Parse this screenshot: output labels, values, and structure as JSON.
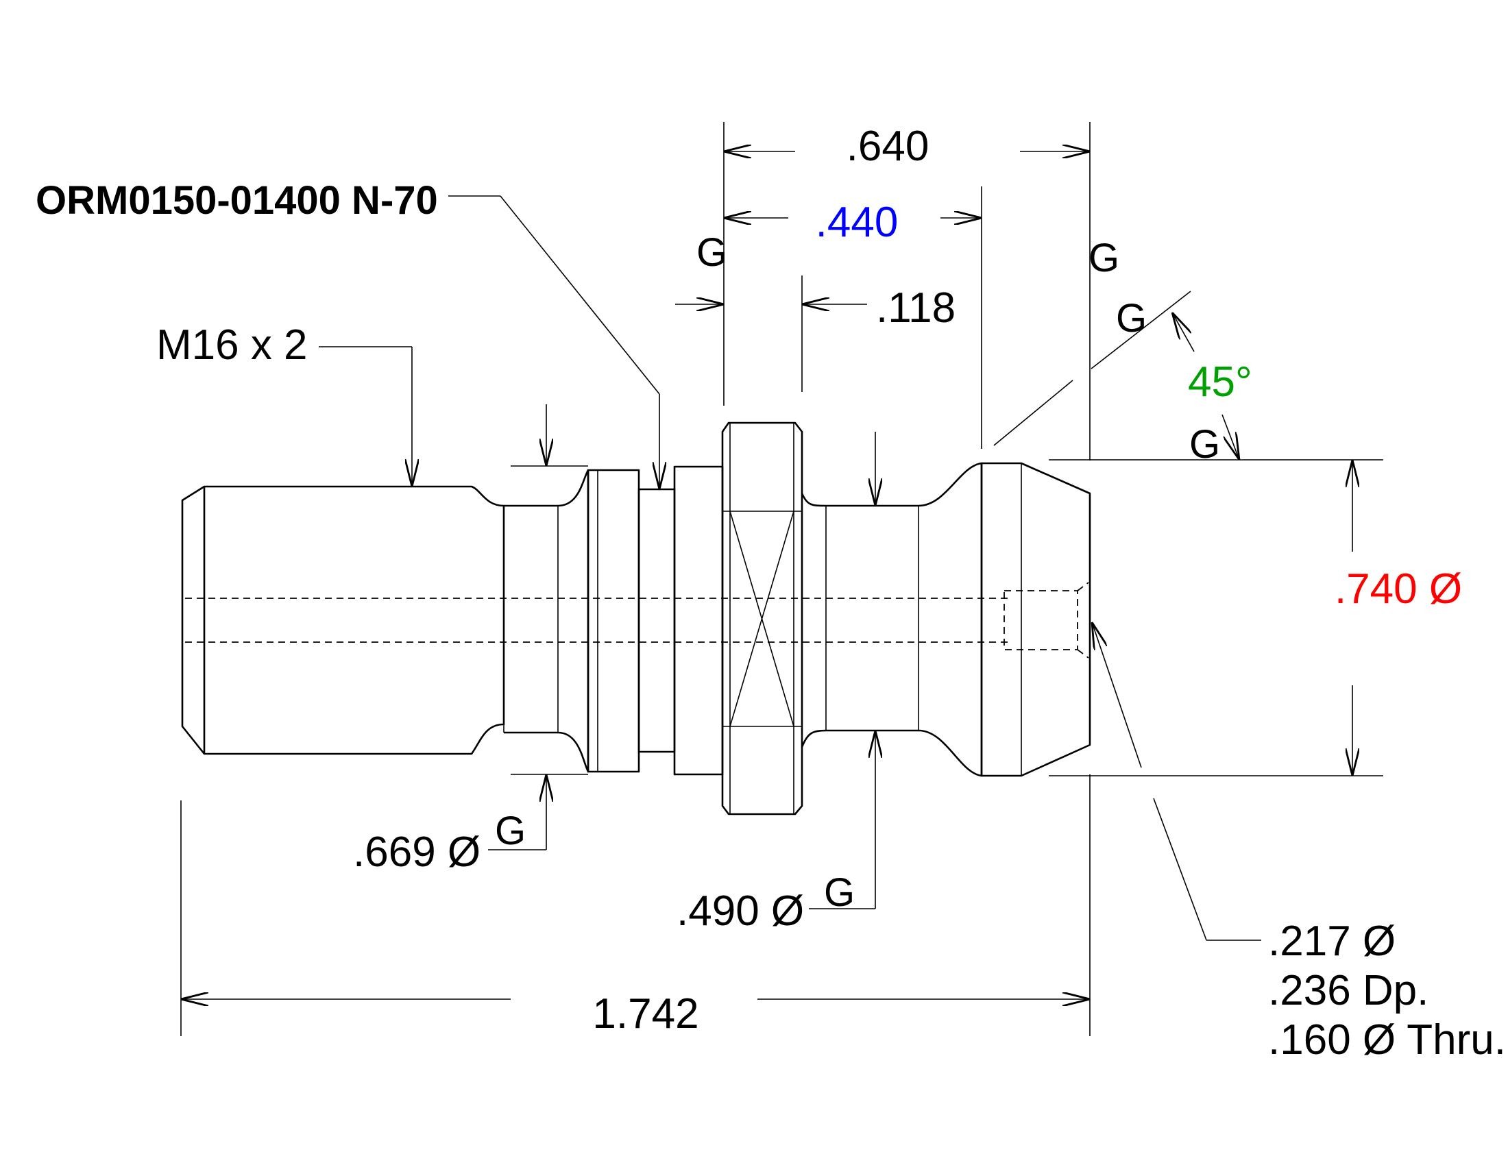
{
  "part_label": "ORM0150-01400 N-70",
  "thread_label": "M16 x 2",
  "finish_mark": "G",
  "dimensions": {
    "overall_length": "1.742",
    "top_length": ".640",
    "flange_length": ".440",
    "groove_width": ".118",
    "head_diameter": ".740 Ø",
    "relief_diameter": ".669 Ø",
    "neck_diameter": ".490 Ø",
    "angle": "45°",
    "hole_note": [
      ".217 Ø",
      ".236 Dp.",
      ".160 Ø Thru."
    ]
  },
  "colors": {
    "line": "#000000",
    "flange_length": "#0000ff",
    "head_diameter": "#ff0000",
    "angle": "#00a000"
  }
}
